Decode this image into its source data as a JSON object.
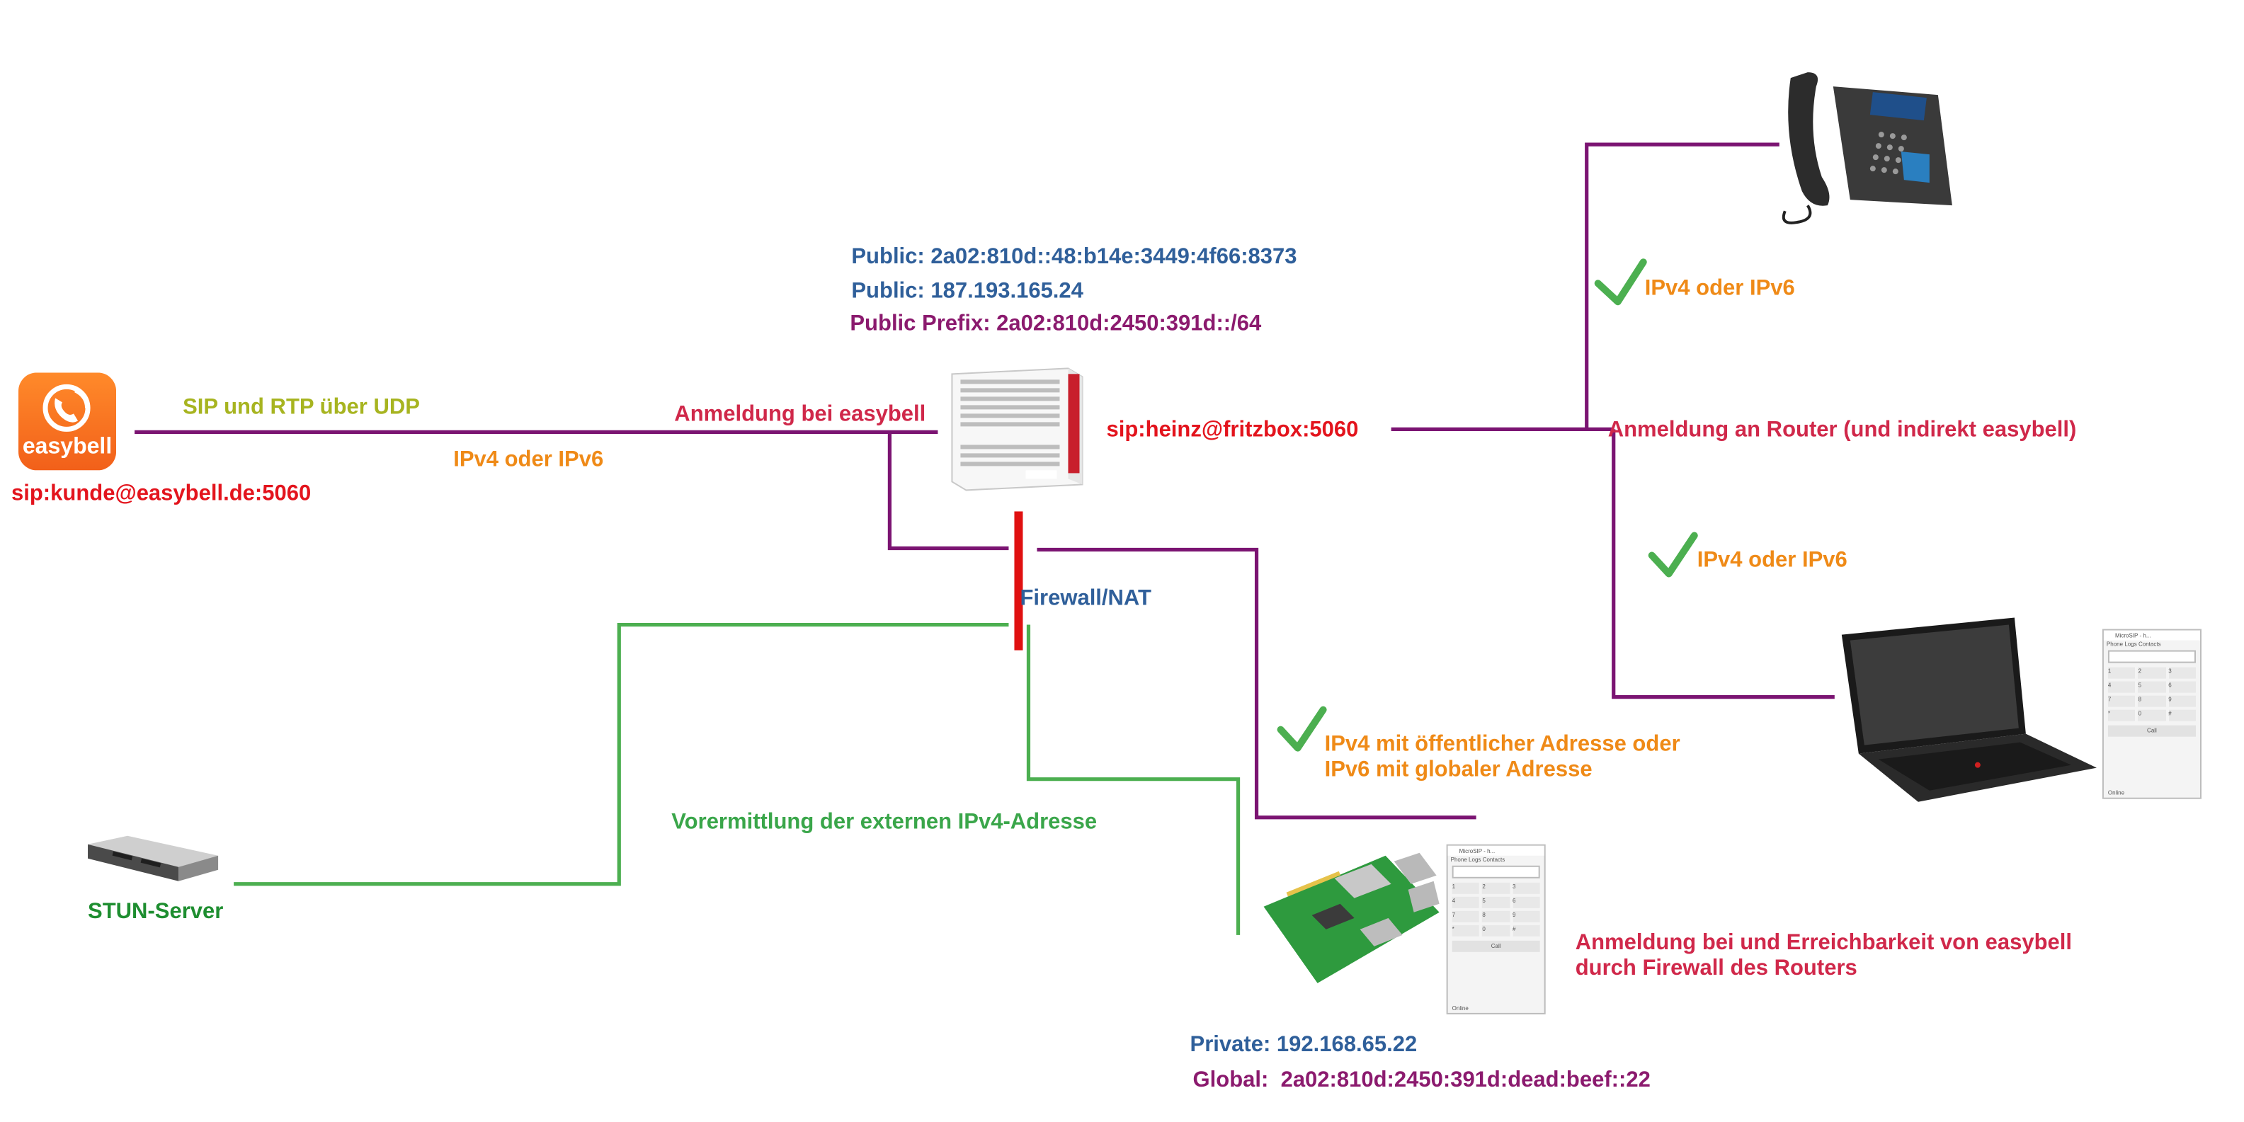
{
  "provider": {
    "logo_text": "easybell",
    "uri": "sip:kunde@easybell.de:5060",
    "link_label": "SIP und RTP über UDP",
    "link_protocol": "IPv4 oder IPv6"
  },
  "router": {
    "public_ipv6": "Public: 2a02:810d::48:b14e:3449:4f66:8373",
    "public_ipv4": "Public: 187.193.165.24",
    "public_prefix": "Public Prefix: 2a02:810d:2450:391d::/64",
    "registration_label": "Anmeldung bei easybell",
    "sip_uri": "sip:heinz@fritzbox:5060",
    "firewall_label": "Firewall/NAT"
  },
  "phone_branch": {
    "protocol": "IPv4 oder IPv6"
  },
  "laptop_branch": {
    "registration": "Anmeldung an Router (und indirekt easybell)",
    "protocol": "IPv4 oder IPv6"
  },
  "pi_branch": {
    "protocol_line1": "IPv4 mit öffentlicher Adresse oder",
    "protocol_line2": "IPv6 mit globaler Adresse",
    "registration_line1": "Anmeldung bei und Erreichbarkeit von easybell",
    "registration_line2": "durch Firewall des Routers",
    "private_addr": "Private: 192.168.65.22",
    "global_addr": "Global:  2a02:810d:2450:391d:dead:beef::22"
  },
  "stun": {
    "label": "STUN-Server",
    "lookup_label": "Vorermittlung der externen IPv4-Adresse"
  },
  "softphone": {
    "title": "MicroSIP - h...",
    "tabs": [
      "Phone",
      "Logs",
      "Contacts"
    ],
    "keys": [
      "1",
      "2",
      "3",
      "4",
      "5",
      "6",
      "7",
      "8",
      "9",
      "*",
      "0",
      "#"
    ],
    "call_label": "Call",
    "status": "Online"
  },
  "colors": {
    "sip_link": "#7b1472",
    "stun_link": "#4caf50",
    "firewall": "#e01010",
    "check": "#4caf50"
  }
}
